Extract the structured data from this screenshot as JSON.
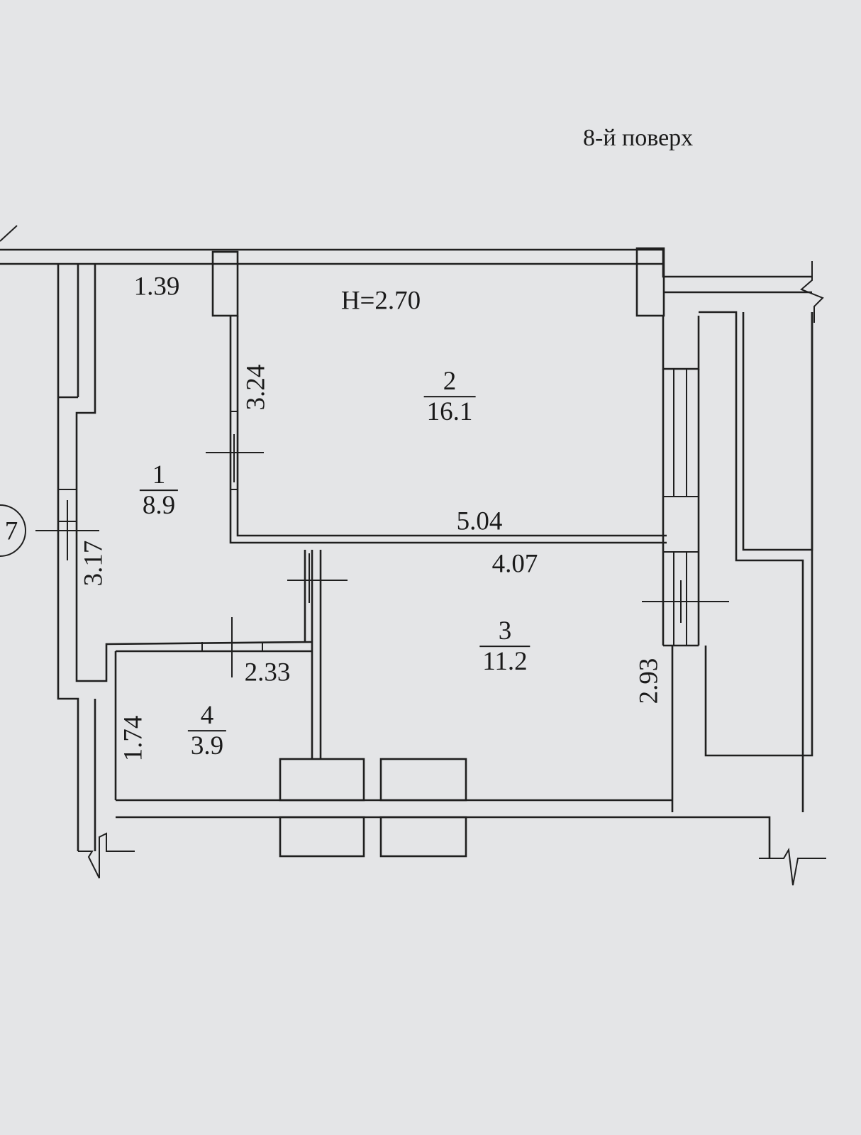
{
  "floor_label": "8-й поверх",
  "ceiling_height": "H=2.70",
  "axis_marker": "7",
  "rooms": [
    {
      "number": "1",
      "area": "8.9"
    },
    {
      "number": "2",
      "area": "16.1"
    },
    {
      "number": "3",
      "area": "11.2"
    },
    {
      "number": "4",
      "area": "3.9"
    }
  ],
  "dimensions": {
    "corridor_width_top": "1.39",
    "room2_depth": "3.24",
    "room2_width": "5.04",
    "corridor_length": "3.17",
    "kitchen_width": "4.07",
    "bath_width": "2.33",
    "bath_depth": "1.74",
    "kitchen_depth": "2.93"
  }
}
